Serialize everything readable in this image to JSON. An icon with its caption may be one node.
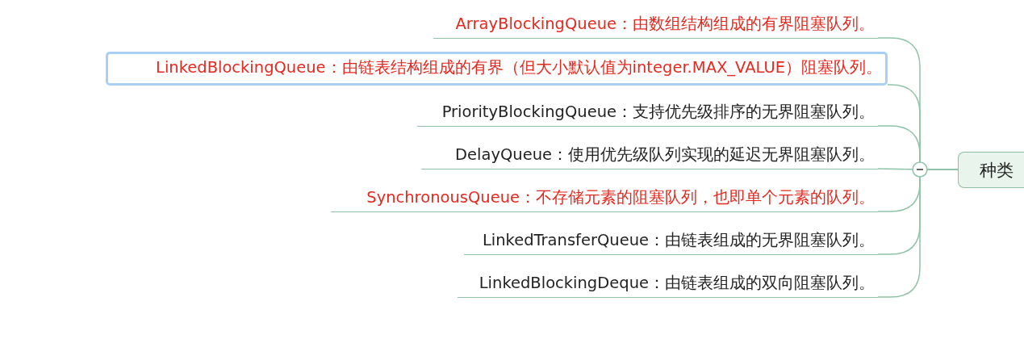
{
  "diagram": {
    "nodes": [
      {
        "text": [
          "种类"
        ]
      },
      {
        "text": [
          "ArrayBlockingQueue：由数组结构组成的有界阻塞队列。"
        ]
      },
      {
        "text": [
          "LinkedBlockingQueue：由链表结构组成的有界（但大小默认值为integer.MAX_VALUE）阻塞队列。"
        ]
      },
      {
        "text": [
          "PriorityBlockingQueue：支持优先级排序的无界阻塞队列。"
        ]
      },
      {
        "text": [
          "DelayQueue：使用优先级队列实现的延迟无界阻塞队列。"
        ]
      },
      {
        "text": [
          "SynchronousQueue：不存储元素的阻塞队列，也即单个元素的队列。"
        ]
      },
      {
        "text": [
          "LinkedTransferQueue：由链表组成的无界阻塞队列。"
        ]
      },
      {
        "text": [
          "LinkedBlockingDeque：由链表组成的双向阻塞队列。"
        ]
      }
    ],
    "edges": [
      {
        "from": 0,
        "to": 1,
        "arrow": "none"
      },
      {
        "from": 0,
        "to": 2,
        "arrow": "none"
      },
      {
        "from": 0,
        "to": 3,
        "arrow": "none"
      },
      {
        "from": 0,
        "to": 4,
        "arrow": "none"
      },
      {
        "from": 0,
        "to": 5,
        "arrow": "none"
      },
      {
        "from": 0,
        "to": 6,
        "arrow": "none"
      },
      {
        "from": 0,
        "to": 7,
        "arrow": "none"
      }
    ]
  }
}
